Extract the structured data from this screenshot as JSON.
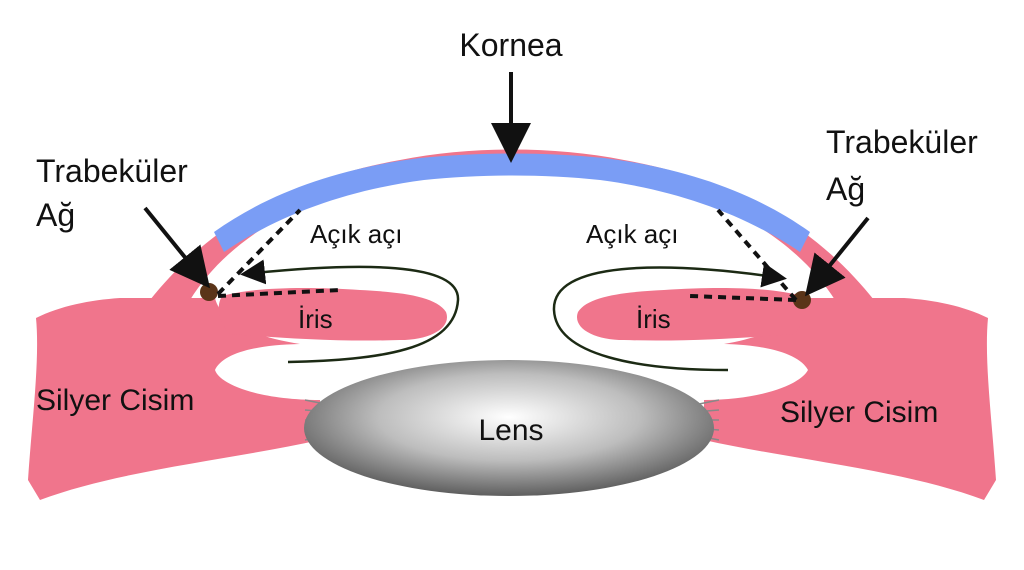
{
  "labels": {
    "cornea": "Kornea",
    "trabecular_left_line1": "Trabeküler",
    "trabecular_left_line2": "Ağ",
    "trabecular_right_line1": "Trabeküler",
    "trabecular_right_line2": "Ağ",
    "open_angle_left": "Açık açı",
    "open_angle_right": "Açık açı",
    "iris_left": "İris",
    "iris_right": "İris",
    "ciliary_left": "Silyer Cisim",
    "ciliary_right": "Silyer Cisim",
    "lens": "Lens"
  },
  "colors": {
    "tissue": "#f0758c",
    "cornea_layer": "#7a9df5",
    "meshwork": "#5a3418",
    "outline": "#111111",
    "flow_arrow": "#1c2a14",
    "lens_center": "#ffffff",
    "lens_edge": "#555555"
  }
}
